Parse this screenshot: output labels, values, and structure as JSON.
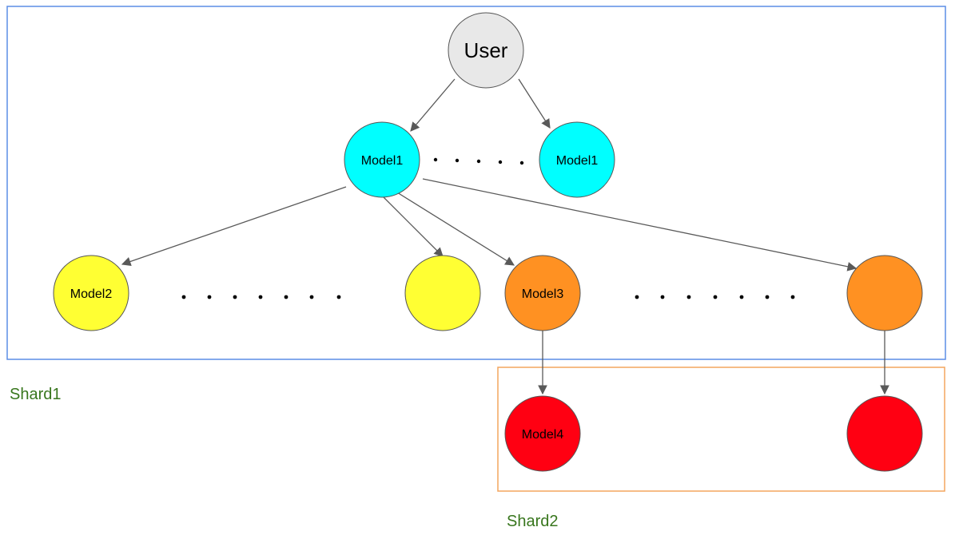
{
  "colors": {
    "user": "#e8e8e8",
    "model1": "#00ffff",
    "model2": "#ffff33",
    "model3": "#ff9122",
    "model4": "#ff0012",
    "edge": "#595959",
    "shard1_border": "#5b8ee6",
    "shard2_border": "#f4a55f",
    "shard_label": "#38761d",
    "node_stroke": "#555555"
  },
  "nodes": {
    "user": {
      "label": "User"
    },
    "model1_first": {
      "label": "Model1"
    },
    "model1_last": {
      "label": "Model1"
    },
    "model2_first": {
      "label": "Model2"
    },
    "model2_last": {
      "label": ""
    },
    "model3_first": {
      "label": "Model3"
    },
    "model3_last": {
      "label": ""
    },
    "model4_first": {
      "label": "Model4"
    },
    "model4_last": {
      "label": ""
    }
  },
  "shards": {
    "shard1": {
      "label": "Shard1"
    },
    "shard2": {
      "label": "Shard2"
    }
  },
  "ellipses": {
    "model1_row": "",
    "model2_row": "",
    "model3_row": ""
  }
}
